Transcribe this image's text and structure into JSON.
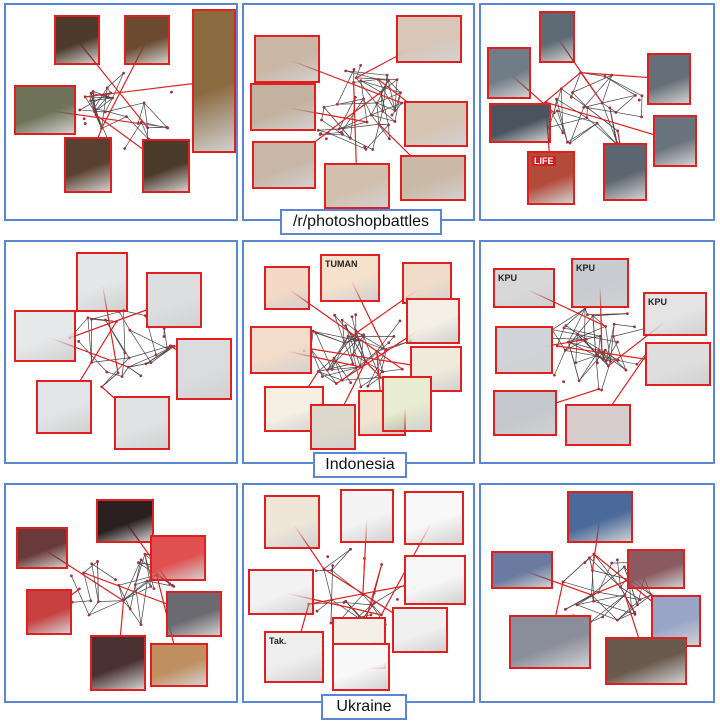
{
  "rows": [
    {
      "label": "/r/photoshopbattles"
    },
    {
      "label": "Indonesia"
    },
    {
      "label": "Ukraine"
    }
  ],
  "colors": {
    "panel_border": "#5b86d6",
    "thumb_border": "#e02020",
    "edge": "#444444"
  },
  "panels": [
    {
      "name": "photoshop-panel-1",
      "thumb_kind": "birdfeeder"
    },
    {
      "name": "photoshop-panel-2",
      "thumb_kind": "beach"
    },
    {
      "name": "photoshop-panel-3",
      "thumb_kind": "window-cat"
    },
    {
      "name": "indonesia-panel-1",
      "thumb_kind": "document"
    },
    {
      "name": "indonesia-panel-2",
      "thumb_kind": "meme"
    },
    {
      "name": "indonesia-panel-3",
      "thumb_kind": "ballot-box"
    },
    {
      "name": "ukraine-panel-1",
      "thumb_kind": "anime"
    },
    {
      "name": "ukraine-panel-2",
      "thumb_kind": "wojak"
    },
    {
      "name": "ukraine-panel-3",
      "thumb_kind": "protest"
    }
  ],
  "thumb_texts": {
    "tumaaan": "TUMAN",
    "life": "LIFE",
    "kpu": "KPU",
    "tak": "Tak."
  }
}
